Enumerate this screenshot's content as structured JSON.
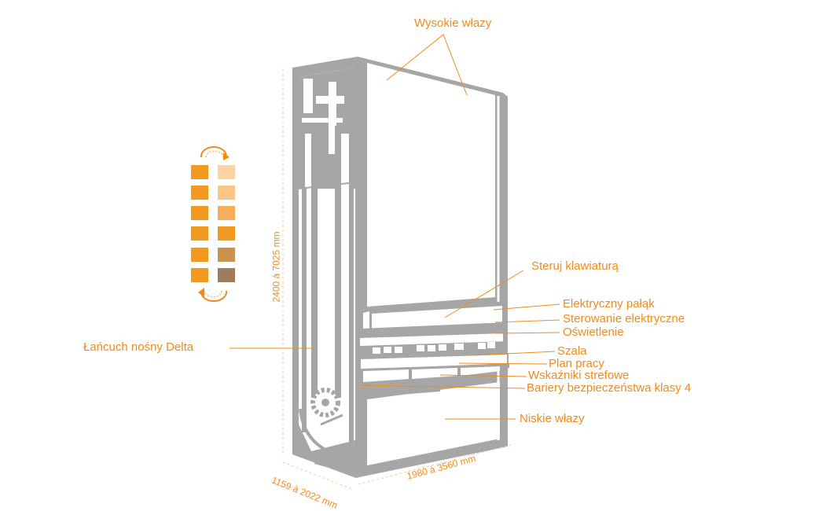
{
  "labels": {
    "high_doors": "Wysokie włazy",
    "keypad_control": "Steruj klawiaturą",
    "electric_bar": "Elektryczny pałąk",
    "electric_control": "Sterowanie elektryczne",
    "lighting": "Oświetlenie",
    "scale": "Szala",
    "work_plan": "Plan pracy",
    "zone_indicators": "Wskaźniki strefowe",
    "safety_barriers": "Bariery bezpieczeństwa klasy 4",
    "low_doors": "Niskie włazy",
    "delta_chain": "Łańcuch nośny Delta"
  },
  "dimensions": {
    "height": "2400 à 7025 mm",
    "depth": "1159 à 2022 mm",
    "width": "1980 à 3560 mm"
  },
  "colors": {
    "accent": "#F08A1C",
    "machine_gray": "#A7A6A7",
    "tray_left": "#F29A1F",
    "tray_right": [
      "#FBD3A6",
      "#FBC586",
      "#F7AE5A",
      "#F29A1F",
      "#C8924F",
      "#9C7D5E"
    ]
  },
  "icons": {
    "rotate_top": "rotate-arrow-icon",
    "rotate_bottom": "rotate-arrow-icon"
  }
}
